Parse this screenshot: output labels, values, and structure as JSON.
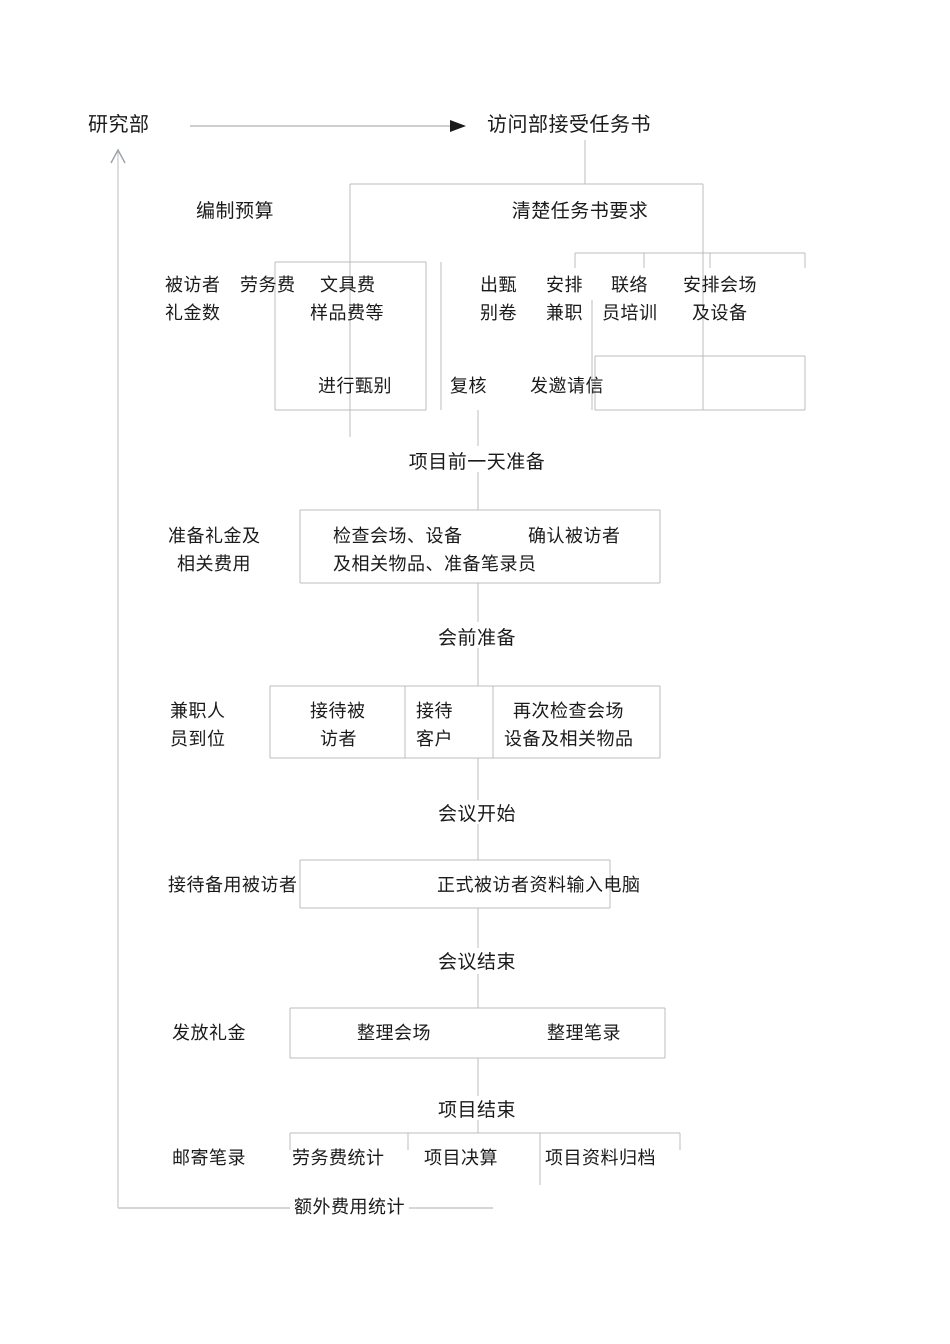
{
  "diagram": {
    "title_nodes": {
      "research_dept": "研究部",
      "accept_task": "访问部接受任务书",
      "budget": "编制预算",
      "clarify_task": "清楚任务书要求",
      "day_before": "项目前一天准备",
      "pre_meeting": "会前准备",
      "meeting_start": "会议开始",
      "meeting_end": "会议结束",
      "project_end": "项目结束"
    },
    "row_budget": {
      "left_out1": "被访者",
      "left_out2": "礼金数",
      "item_labor": "劳务费",
      "item_stationery1": "文具费",
      "item_stationery2": "样品费等",
      "screening": "进行甄别"
    },
    "row_task": {
      "item_quiz1": "出甄",
      "item_quiz2": "别卷",
      "item_parttime1": "安排",
      "item_parttime2": "兼职",
      "item_train1": "联络",
      "item_train2": "员培训",
      "item_venue1": "安排会场",
      "item_venue2": "及设备",
      "recheck": "复核",
      "invite": "发邀请信"
    },
    "row_day_before": {
      "left1": "准备礼金及",
      "left2": "相关费用",
      "check1": "检查会场、设备",
      "check2": "及相关物品、准备笔录员",
      "confirm": "确认被访者"
    },
    "row_pre_meeting": {
      "left1": "兼职人",
      "left2": "员到位",
      "recv_interviewee1": "接待被",
      "recv_interviewee2": "访者",
      "recv_client1": "接待",
      "recv_client2": "客户",
      "recheck_venue1": "再次检查会场",
      "recheck_venue2": "设备及相关物品"
    },
    "row_meeting": {
      "left": "接待备用被访者",
      "input_data": "正式被访者资料输入电脑"
    },
    "row_after": {
      "left": "发放礼金",
      "tidy_venue": "整理会场",
      "tidy_notes": "整理笔录"
    },
    "row_project_end": {
      "left": "邮寄笔录",
      "labor_stat": "劳务费统计",
      "final_account": "项目决算",
      "archive": "项目资料归档",
      "extra_cost": "额外费用统计"
    },
    "colors": {
      "line": "#b8bcc0",
      "line_dark": "#9aa0a6",
      "text": "#1a1a1a",
      "background": "#ffffff"
    }
  }
}
